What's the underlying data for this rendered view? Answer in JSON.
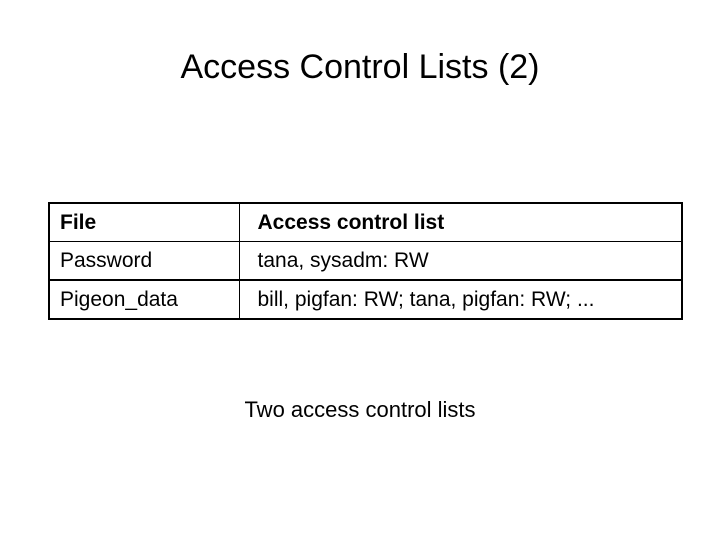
{
  "slide": {
    "title": "Access Control Lists (2)",
    "caption": "Two access control lists",
    "background_color": "#ffffff",
    "text_color": "#000000"
  },
  "table": {
    "border_color": "#000000",
    "headers": {
      "file": "File",
      "acl": "Access control list"
    },
    "rows": [
      {
        "file": "Password",
        "acl": "tana, sysadm: RW"
      },
      {
        "file": "Pigeon_data",
        "acl": "bill, pigfan: RW;  tana, pigfan: RW; ..."
      }
    ]
  }
}
